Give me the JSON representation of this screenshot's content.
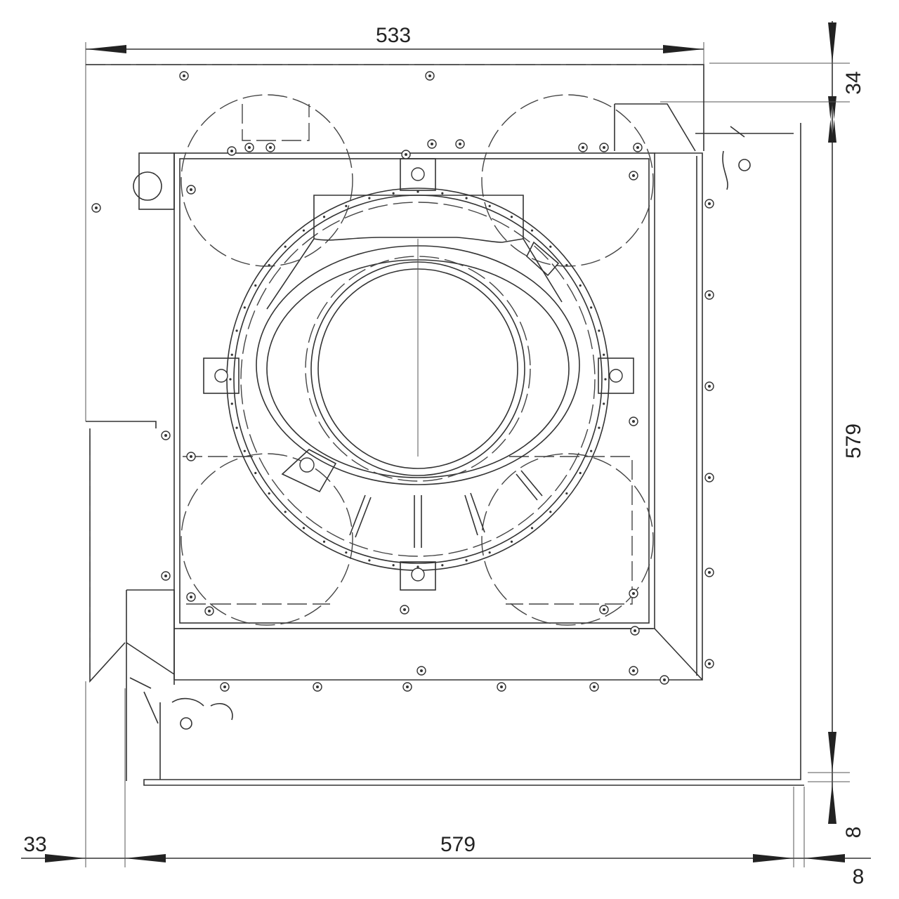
{
  "drawing": {
    "units": "mm",
    "dimensions": {
      "top_width": "533",
      "top_offset": "34",
      "right_height": "579",
      "bottom_offset_vertical": "8",
      "left_offset": "33",
      "bottom_width": "579",
      "bottom_offset_horizontal": "8"
    },
    "colors": {
      "line": "#333333",
      "background": "#ffffff"
    }
  }
}
